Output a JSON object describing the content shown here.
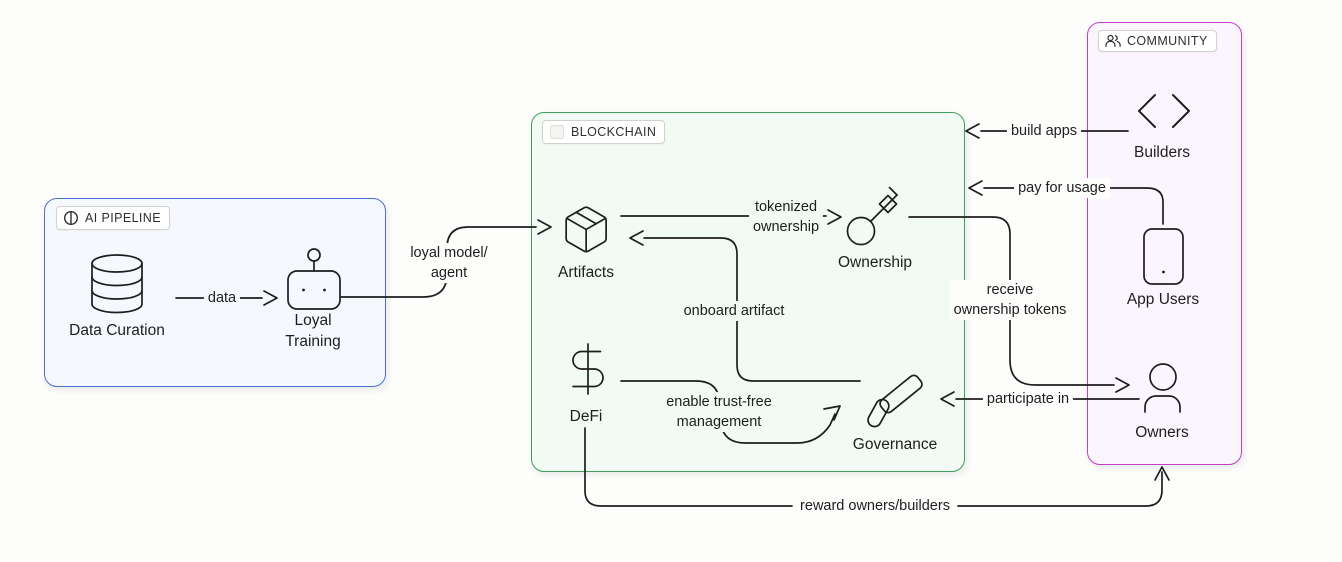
{
  "page": {
    "background": "#fdfdfc",
    "stroke_color": "#1e1e1e"
  },
  "groups": {
    "ai_pipeline": {
      "label": "AI PIPELINE",
      "border": "#4a72cf",
      "background": "#f5f8fd",
      "icon": "split-circle-icon"
    },
    "blockchain": {
      "label": "BLOCKCHAIN",
      "border": "#3fa05c",
      "background": "#f2faf4",
      "icon": "faded-block-icon"
    },
    "community": {
      "label": "COMMUNITY",
      "border": "#c23fc8",
      "background": "#fbf6fd",
      "icon": "users-icon"
    }
  },
  "nodes": {
    "data_curation": {
      "label": "Data Curation",
      "icon": "database-icon"
    },
    "loyal_training": {
      "line1": "Loyal",
      "line2": "Training",
      "icon": "robot-icon"
    },
    "artifacts": {
      "label": "Artifacts",
      "icon": "package-icon"
    },
    "ownership": {
      "label": "Ownership",
      "icon": "key-icon"
    },
    "defi": {
      "label": "DeFi",
      "icon": "dollar-icon"
    },
    "governance": {
      "label": "Governance",
      "icon": "gavel-icon"
    },
    "builders": {
      "label": "Builders",
      "icon": "code-brackets-icon"
    },
    "app_users": {
      "label": "App Users",
      "icon": "smartphone-icon"
    },
    "owners": {
      "label": "Owners",
      "icon": "person-icon"
    }
  },
  "edges": {
    "data": {
      "label": "data",
      "from": "Data Curation",
      "to": "Loyal Training"
    },
    "loyal_model": {
      "line1": "loyal model/",
      "line2": "agent",
      "from": "Loyal Training",
      "to": "Artifacts"
    },
    "tokenized": {
      "line1": "tokenized",
      "line2": "ownership",
      "from": "Artifacts",
      "to": "Ownership"
    },
    "onboard": {
      "label": "onboard artifact",
      "from": "Governance",
      "to": "Artifacts"
    },
    "trust_free": {
      "line1": "enable trust-free",
      "line2": "management",
      "from": "DeFi",
      "to": "Governance"
    },
    "receive": {
      "line1": "receive",
      "line2": "ownership tokens",
      "from": "Ownership",
      "to": "Owners"
    },
    "participate": {
      "label": "participate in",
      "from": "Owners",
      "to": "Governance"
    },
    "build_apps": {
      "label": "build apps",
      "from": "Builders",
      "to": "Blockchain"
    },
    "pay_usage": {
      "label": "pay for usage",
      "from": "App Users",
      "to": "Blockchain"
    },
    "reward": {
      "label": "reward owners/builders",
      "from": "DeFi",
      "to": "Community"
    }
  }
}
